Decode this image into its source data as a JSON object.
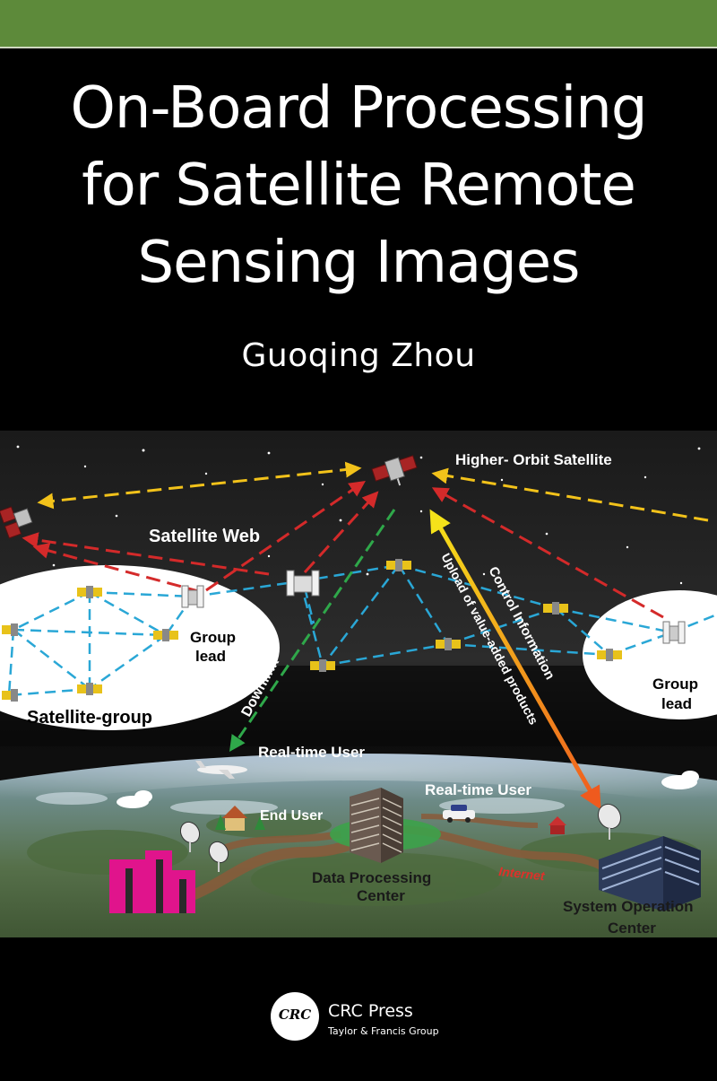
{
  "cover": {
    "title_lines": [
      "On-Board Processing",
      "for Satellite Remote",
      "Sensing Images"
    ],
    "author": "Guoqing Zhou"
  },
  "diagram": {
    "labels": {
      "higher_orbit": "Higher- Orbit Satellite",
      "satellite_web": "Satellite Web",
      "group_lead_left": [
        "Group",
        "lead"
      ],
      "group_lead_right": [
        "Group",
        "lead"
      ],
      "satellite_group": "Satellite-group",
      "downlink": "Downlink",
      "control_info": "Control Information",
      "upload": "Upload of value-added products",
      "realtime_user_plane": "Real-time User",
      "realtime_user_car": "Real-time User",
      "end_user": "End User",
      "data_center": [
        "Data Processing",
        "Center"
      ],
      "internet": "Internet",
      "system_center": [
        "System Operation",
        "Center"
      ]
    }
  },
  "publisher": {
    "logo_text": "CRC",
    "name": "CRC Press",
    "group": "Taylor & Francis Group"
  },
  "colors": {
    "top_bar": "#5d8a3a",
    "background": "#000000",
    "link_blue": "#2aa7d6",
    "arrow_red": "#d42a2a",
    "arrow_yellow": "#f2c21a",
    "arrow_green": "#2fa84a",
    "arrow_orange": "#f07a1e",
    "internet_red": "#e0302a",
    "building_pink": "#e0148c"
  }
}
